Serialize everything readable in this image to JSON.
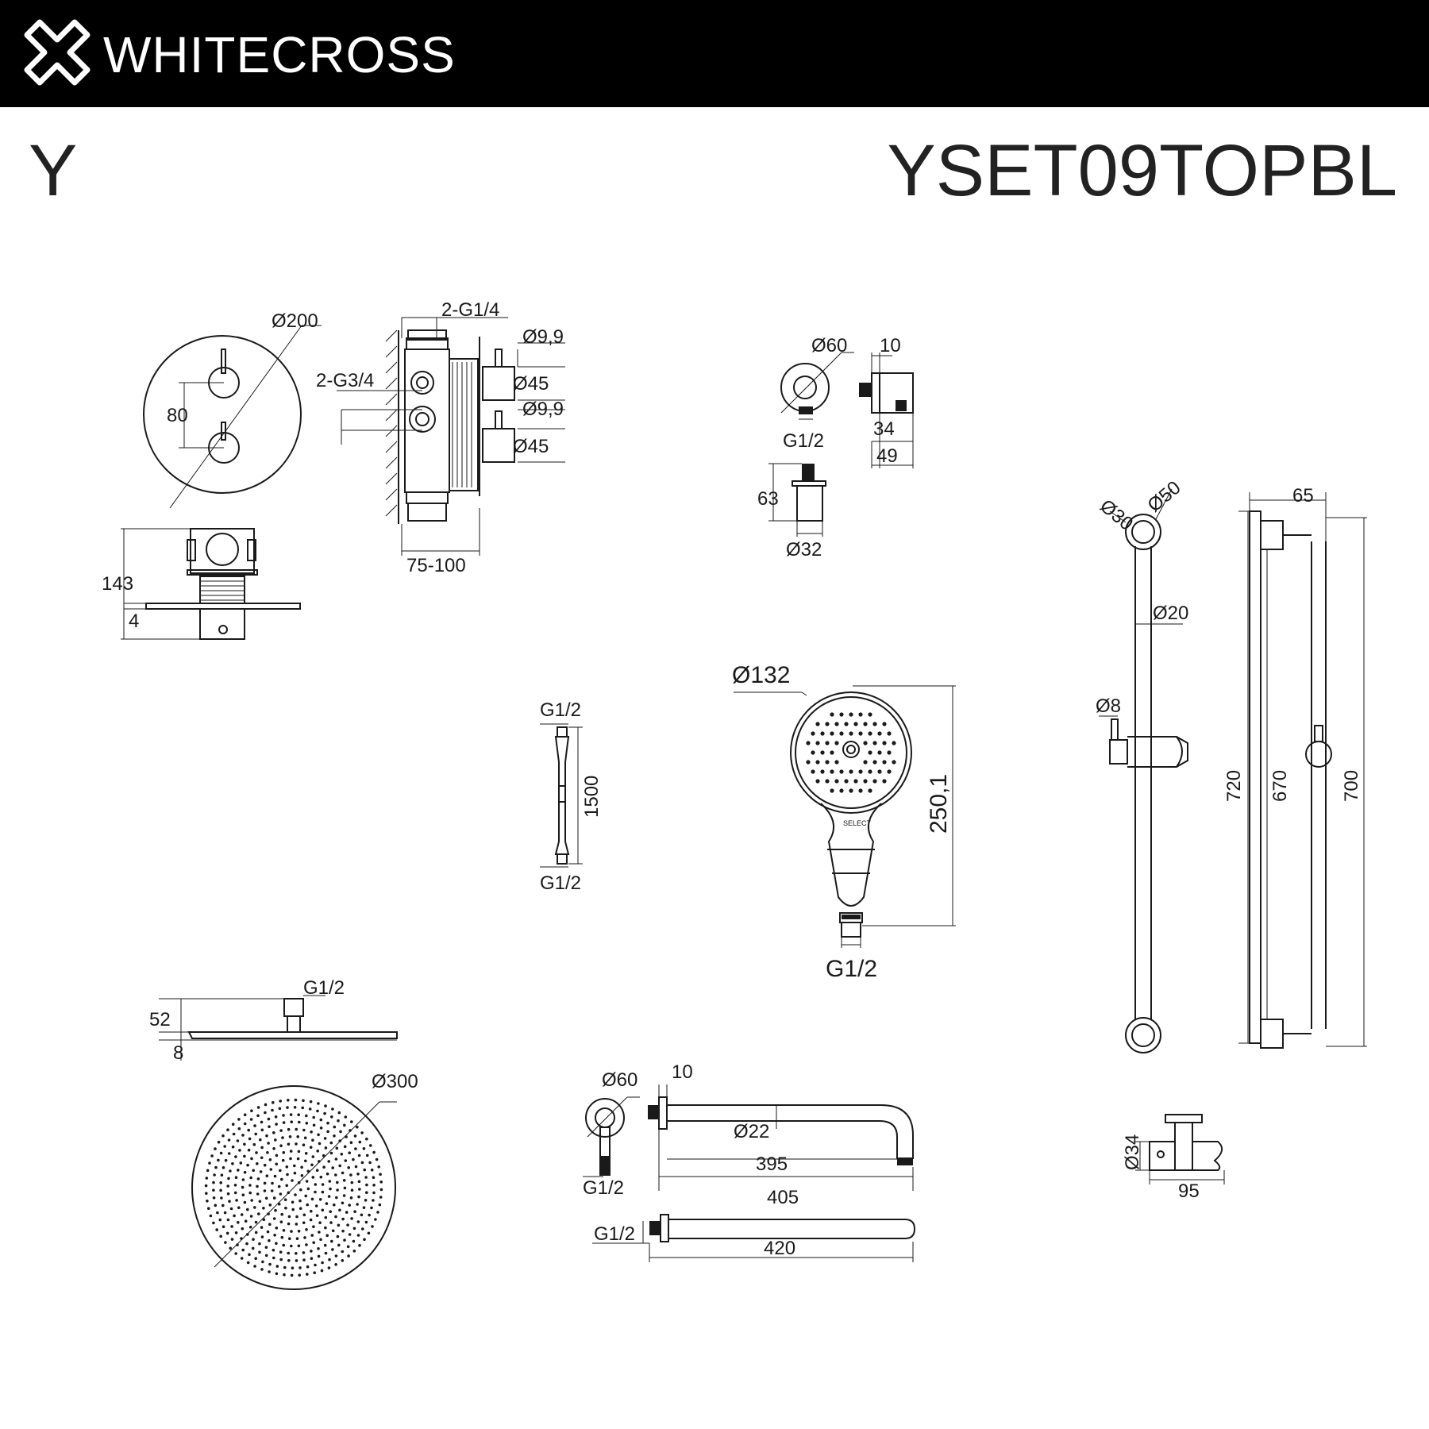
{
  "header": {
    "brand": "WHITECROSS",
    "series": "Y",
    "model": "YSET09TOPBL",
    "background": "#000000",
    "text_color": "#ffffff"
  },
  "labels": {
    "mixer_dia": "Ø200",
    "mixer_spacing": "80",
    "mixer_depth": "143",
    "mixer_plate": "4",
    "valve_outlet": "2-G1/4",
    "valve_inlet": "2-G3/4",
    "valve_stem_top": "Ø9,9",
    "valve_knob_top": "Ø45",
    "valve_stem_bottom": "Ø9,9",
    "valve_knob_bottom": "Ø45",
    "valve_install": "75-100",
    "outlet_dia": "Ø60",
    "outlet_plate": "10",
    "outlet_thread": "G1/2",
    "outlet_w34": "34",
    "outlet_w49": "49",
    "outlet_h63": "63",
    "outlet_d32": "Ø32",
    "hose_top": "G1/2",
    "hose_length": "1500",
    "hose_bottom": "G1/2",
    "hand_dia": "Ø132",
    "hand_length": "250,1",
    "hand_thread": "G1/2",
    "rail_d30": "Ø30",
    "rail_d50": "Ø50",
    "rail_d20": "Ø20",
    "rail_d8": "Ø8",
    "rail_65": "65",
    "rail_720": "720",
    "rail_670": "670",
    "rail_700": "700",
    "head_thread": "G1/2",
    "head_52": "52",
    "head_8": "8",
    "head_dia": "Ø300",
    "arm_dia": "Ø60",
    "arm_plate": "10",
    "arm_pipe": "Ø22",
    "arm_395": "395",
    "arm_thread": "G1/2",
    "arm_405": "405",
    "spout_thread": "G1/2",
    "spout_420": "420",
    "holder_d34": "Ø34",
    "holder_95": "95"
  },
  "icons": [
    "whitecross-logo-icon"
  ]
}
